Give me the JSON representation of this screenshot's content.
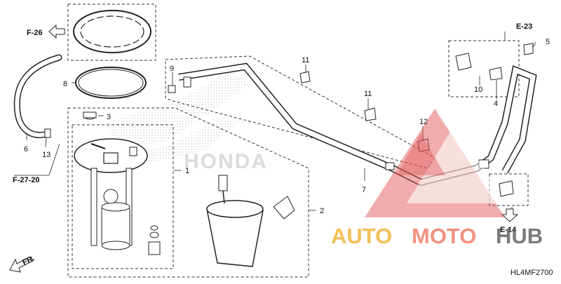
{
  "diagram": {
    "part_labels": {
      "p1": "1",
      "p2": "2",
      "p3": "3",
      "p4": "4",
      "p5": "5",
      "p6": "6",
      "p7": "7",
      "p8": "8",
      "p9": "9",
      "p10": "10",
      "p11a": "11",
      "p11b": "11",
      "p12": "12",
      "p13": "13"
    },
    "refs": {
      "f26": "F-26",
      "f2720": "F-27-20",
      "e23": "E-23",
      "e14": "E-14",
      "fr": "FR."
    },
    "diagram_code": "HL4MF2700",
    "background_brand": "HONDA"
  },
  "watermark": {
    "part1": "AUTO",
    "part2": "MOTO",
    "part3": "HUB",
    "colors": {
      "auto": "#f2b43c",
      "moto": "#ef7f6a",
      "hub": "#666666",
      "triangle": "#e05050"
    }
  }
}
